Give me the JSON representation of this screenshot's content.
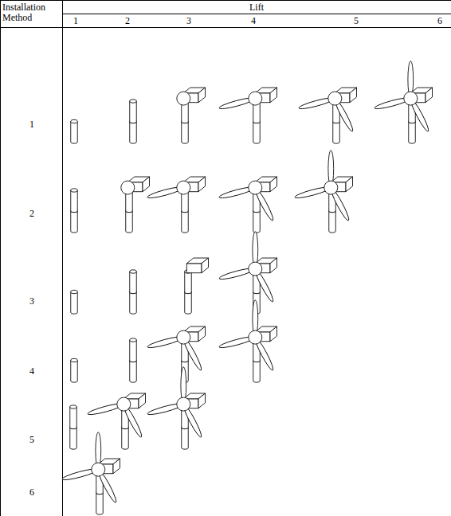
{
  "diagram": {
    "labels": [
      "Installation Method",
      "Lift",
      "1",
      "2",
      "3",
      "4",
      "5",
      "6",
      "1",
      "2",
      "3",
      "4",
      "5",
      "6"
    ]
  }
}
